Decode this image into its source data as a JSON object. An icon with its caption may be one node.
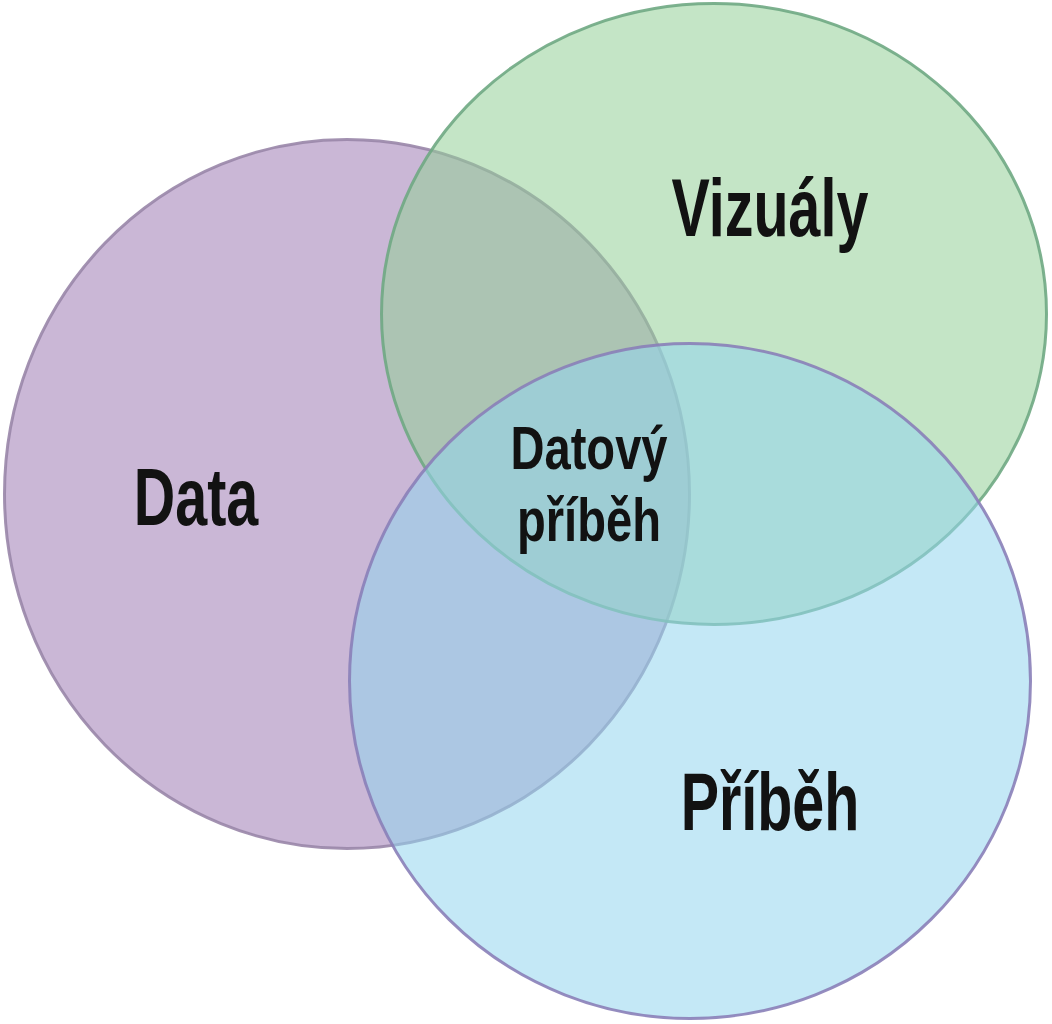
{
  "diagram": {
    "nodes": [
      {
        "text": [
          "Vizuály"
        ]
      },
      {
        "text": [
          "Data"
        ]
      },
      {
        "text": [
          "Příběh"
        ]
      }
    ],
    "labels": [
      "Datový příběh"
    ]
  }
}
